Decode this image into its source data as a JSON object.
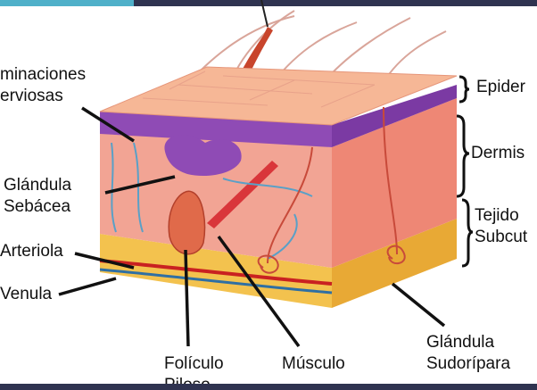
{
  "labels": {
    "terminaciones": "minaciones\nerviosas",
    "glandula_sebacea": "Glándula\nSebácea",
    "arteriola": "Arteriola",
    "venula": "Venula",
    "foliculo": "Folículo\nPiloso",
    "musculo": "Músculo",
    "glandula_sudoripara": "Glándula\nSudorípara",
    "epidermis": "Epider",
    "dermis": "Dermis",
    "tejido": "Tejido\nSubcut"
  },
  "colors": {
    "epidermis_top": "#f6b796",
    "epidermis_purple": "#8f4bb5",
    "dermis": "#f2a494",
    "dermis_side": "#ef7f6e",
    "fat": "#f3c24e",
    "fat_dark": "#e29a2a",
    "hair": "#c8452c",
    "artery": "#c92121",
    "vein": "#2f6fa3"
  }
}
